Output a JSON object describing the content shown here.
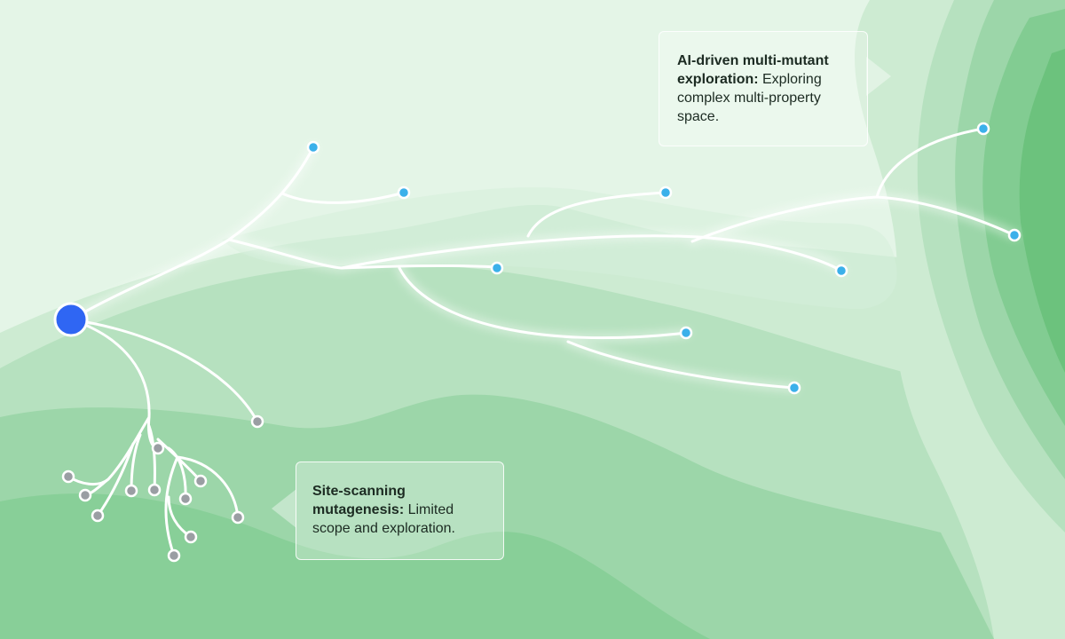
{
  "callouts": {
    "ai": {
      "bold": "AI-driven multi-mutant exploration:",
      "text": " Exploring complex multi-property space."
    },
    "site": {
      "bold": "Site-scanning mutagenesis:",
      "text": " Limited scope and exploration."
    }
  },
  "colors": {
    "root_node": "#2f66f3",
    "explored_node": "#3bb0ea",
    "limited_node": "#9a9ea3",
    "branch": "#ffffff",
    "landscape": [
      "#e4f5e7",
      "#cdebd2",
      "#b6e1bf",
      "#9cd6a9",
      "#82cc92",
      "#6cc27d",
      "#55b56a"
    ]
  }
}
